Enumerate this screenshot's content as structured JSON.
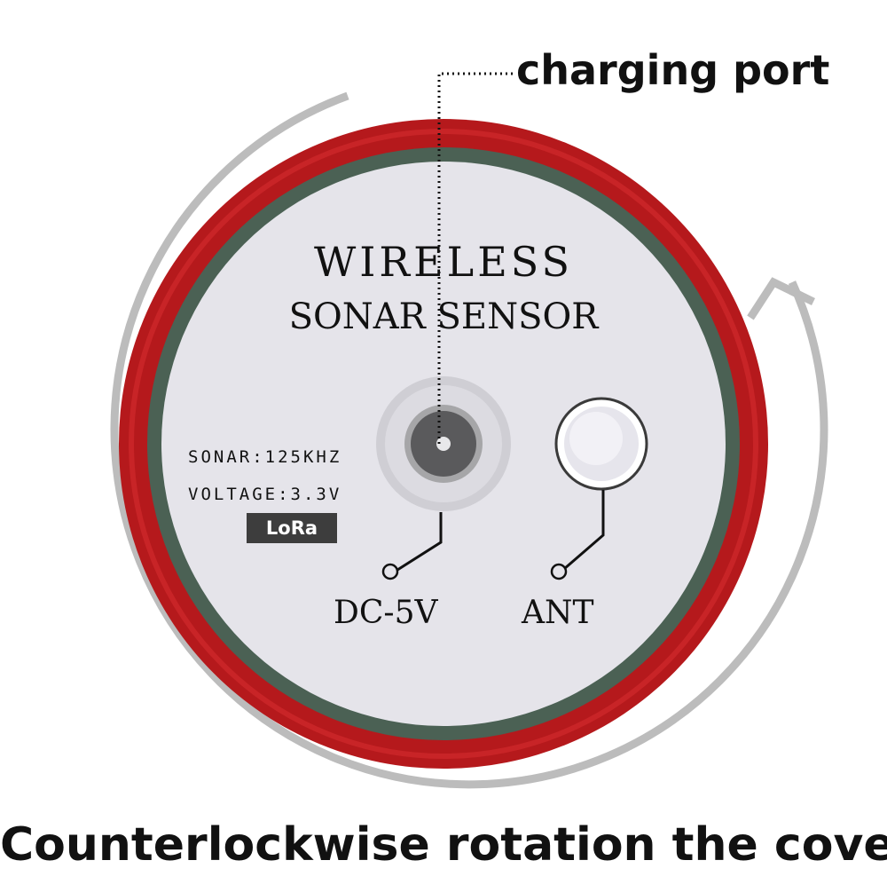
{
  "callout": {
    "text": "charging port"
  },
  "device": {
    "title_line1": "WIRELESS",
    "title_line2": "SONAR SENSOR",
    "spec_sonar": "SONAR:125KHZ",
    "spec_voltage": "VOLTAGE:3.3V",
    "badge": "LoRa",
    "ports": {
      "dc_label": "DC-5V",
      "ant_label": "ANT"
    }
  },
  "caption": {
    "text": "Counterlockwise rotation the cover"
  },
  "colors": {
    "outer_ring": "#b5191c",
    "inner_ring": "#4b6154",
    "face": "#e5e4ea",
    "rotation_arrow": "#bcbcbc",
    "text": "#111111",
    "badge_bg": "#3d3d3d"
  },
  "icons": {
    "rotation": "counterclockwise-rotation-arrow-icon",
    "dc_port": "dc-jack-icon",
    "antenna": "antenna-connector-icon"
  }
}
